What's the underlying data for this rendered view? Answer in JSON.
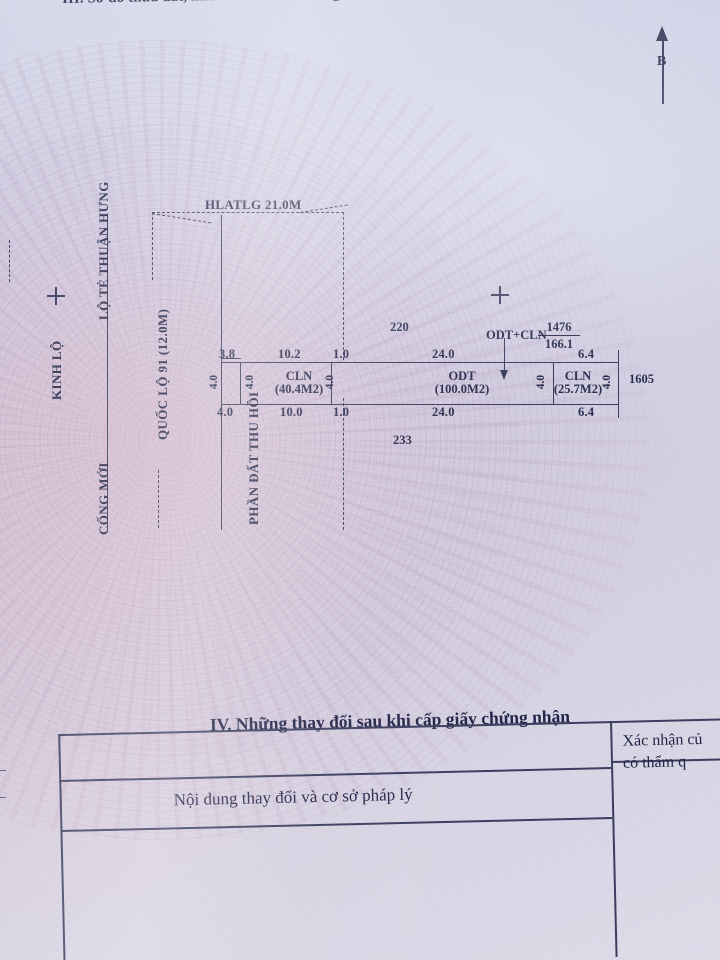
{
  "document": {
    "type": "vietnamese-land-use-certificate",
    "section_iii_heading": "III. Sơ đồ thửa đất, nhà ở và tài sản khác gắn liền với đất"
  },
  "compass": {
    "label": "B",
    "name": "north-arrow"
  },
  "diagram": {
    "corridor_label": "HLATLG 21.0M",
    "roads": [
      {
        "id": "kinh-lo",
        "label": "KINH LỘ"
      },
      {
        "id": "lo-te-thuan-hung",
        "label": "LỘ TẺ THUẬN HƯNG"
      },
      {
        "id": "cong-moi",
        "label": "CỐNG MỚI"
      },
      {
        "id": "quoc-lo-91",
        "label": "QUỐC LỘ 91 (12.0M)"
      }
    ],
    "reclaim_label": "PHẦN ĐẤT THU HỒI",
    "callout": {
      "code": "ODT+CLN",
      "parcel_no": "1476",
      "area": "166.1"
    },
    "neighbor_parcels": [
      {
        "id": "north",
        "number": "220"
      },
      {
        "id": "south",
        "number": "233"
      },
      {
        "id": "east",
        "number": "1605"
      }
    ],
    "lots": [
      {
        "id": "lot-cln-west",
        "code": "CLN",
        "area": "(40.4M2)"
      },
      {
        "id": "lot-odt",
        "code": "ODT",
        "area": "(100.0M2)"
      },
      {
        "id": "lot-cln-east",
        "code": "CLN",
        "area": "(25.7M2)"
      }
    ],
    "dimensions": {
      "top": [
        "3.8",
        "10.2",
        "1.0",
        "24.0",
        "6.4"
      ],
      "bottom": [
        "4.0",
        "10.0",
        "1.0",
        "24.0",
        "6.4"
      ],
      "vertical": [
        "4.0",
        "4.0",
        "4.0",
        "4.0",
        "4.0"
      ]
    }
  },
  "section_iv": {
    "title": "IV. Những thay đổi sau khi cấp giấy chứng nhận",
    "col_left": "Nội dung thay đổi và cơ sở pháp lý",
    "col_right_line1": "Xác nhận củ",
    "col_right_line2": "có thẩm q"
  }
}
